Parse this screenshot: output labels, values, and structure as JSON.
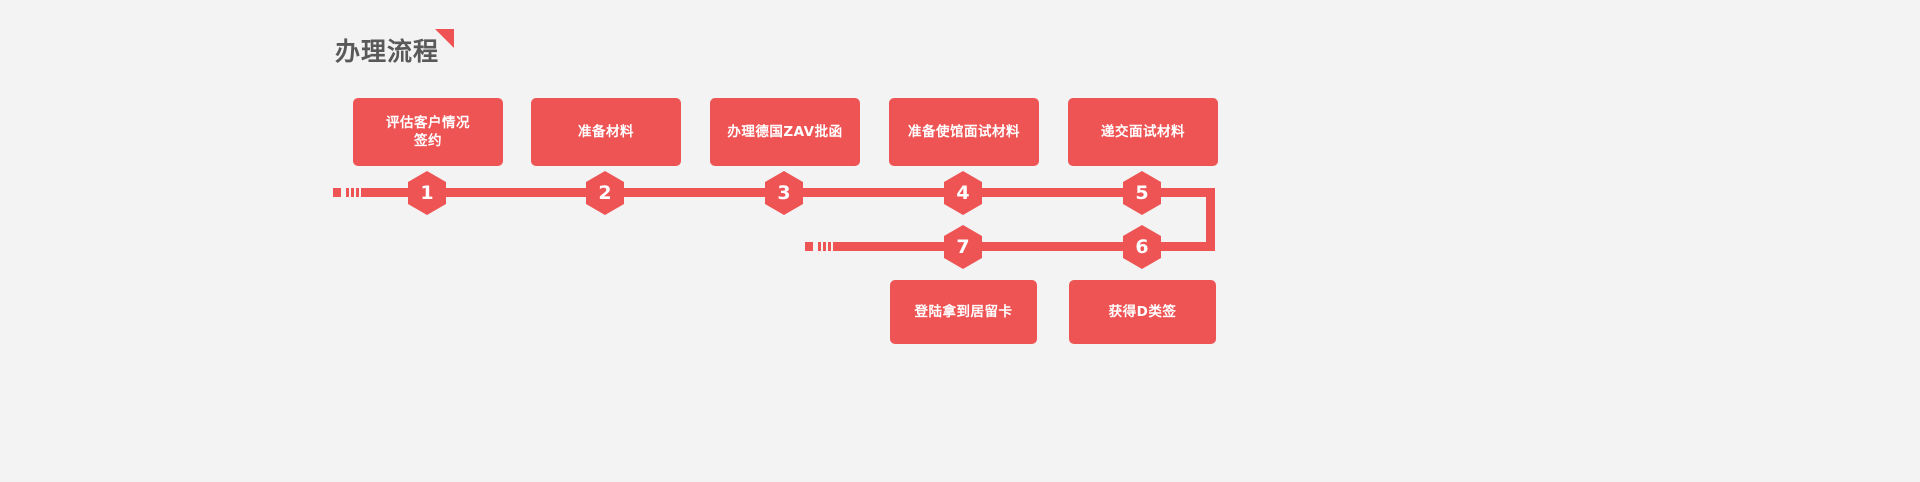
{
  "page": {
    "background_color": "#f3f3f3",
    "accent_color": "#ef5455",
    "title_color": "#595959"
  },
  "header": {
    "title": "办理流程",
    "decoration_icon": "triangle-corner-icon"
  },
  "flow": {
    "row1": {
      "boxes": [
        {
          "lines": [
            "评估客户情况",
            "签约"
          ]
        },
        {
          "lines": [
            "准备材料"
          ]
        },
        {
          "lines": [
            "办理德国ZAV批函"
          ]
        },
        {
          "lines": [
            "准备使馆面试材料"
          ]
        },
        {
          "lines": [
            "递交面试材料"
          ]
        }
      ],
      "markers": [
        "1",
        "2",
        "3",
        "4",
        "5"
      ]
    },
    "row2": {
      "markers": [
        "7",
        "6"
      ],
      "boxes": [
        {
          "lines": [
            "登陆拿到居留卡"
          ]
        },
        {
          "lines": [
            "获得D类签"
          ]
        }
      ]
    }
  }
}
